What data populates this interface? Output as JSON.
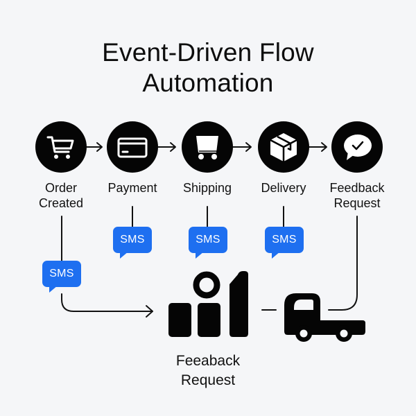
{
  "title": {
    "line1": "Event-Driven Flow",
    "line2": "Automation"
  },
  "colors": {
    "background": "#f5f6f8",
    "node_fill": "#050505",
    "sms_badge": "#1e6ff0",
    "sms_text": "#ffffff",
    "connector": "#111111"
  },
  "flow_steps": [
    {
      "id": "order-created",
      "icon": "shopping-cart-icon",
      "line1": "Order",
      "line2": "Created"
    },
    {
      "id": "payment",
      "icon": "credit-card-icon",
      "line1": "Payment",
      "line2": ""
    },
    {
      "id": "shipping",
      "icon": "cart-icon",
      "line1": "Shipping",
      "line2": ""
    },
    {
      "id": "delivery",
      "icon": "package-box-icon",
      "line1": "Delivery",
      "line2": ""
    },
    {
      "id": "feedback-request",
      "icon": "chat-check-icon",
      "line1": "Feedback",
      "line2": "Request"
    }
  ],
  "sms_badges": [
    {
      "label": "SMS",
      "attached_to": "order-created"
    },
    {
      "label": "SMS",
      "attached_to": "payment"
    },
    {
      "label": "SMS",
      "attached_to": "shipping"
    },
    {
      "label": "SMS",
      "attached_to": "delivery"
    }
  ],
  "bottom": {
    "chart_icon": "bar-chart-icon",
    "truck_icon": "truck-icon",
    "label_line1": "Feeaback",
    "label_line2": "Request"
  }
}
